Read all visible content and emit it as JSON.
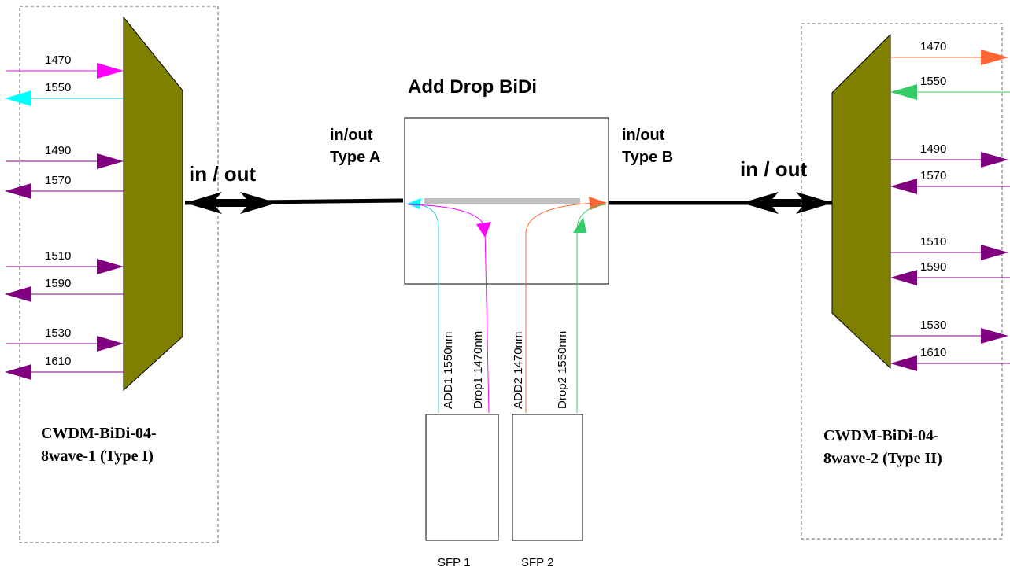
{
  "diagram": {
    "title": "Add Drop BiDi",
    "port_a": {
      "line1": "in/out",
      "line2": "Type A"
    },
    "port_b": {
      "line1": "in/out",
      "line2": "Type B"
    },
    "left_inout": "in / out",
    "right_inout": "in / out",
    "left_module": {
      "line1": "CWDM-BiDi-04-",
      "line2": "8wave-1  (Type I)"
    },
    "right_module": {
      "line1": "CWDM-BiDi-04-",
      "line2": "8wave-2  (Type II)"
    },
    "left_channels": [
      "1470",
      "1550",
      "1490",
      "1570",
      "1510",
      "1590",
      "1530",
      "1610"
    ],
    "right_channels": [
      "1470",
      "1550",
      "1490",
      "1570",
      "1510",
      "1590",
      "1530",
      "1610"
    ],
    "fibers": {
      "add1": "ADD1 1550nm",
      "drop1": "Drop1 1470nm",
      "add2": "ADD2 1470nm",
      "drop2": "Drop2 1550nm"
    },
    "sfp1": "SFP 1",
    "sfp2": "SFP 2",
    "colors": {
      "mux_fill": "#808000",
      "purple": "#800080",
      "magenta": "#ff00ff",
      "cyan": "#00ffff",
      "orange": "#ff6633",
      "green": "#33cc66",
      "bar_gray": "#c0c0c0"
    }
  }
}
